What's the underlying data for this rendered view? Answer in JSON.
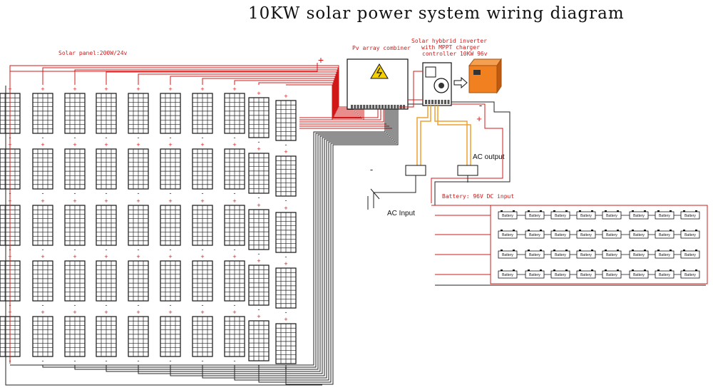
{
  "title": "10KW solar power system wiring diagram",
  "labels": {
    "solar_panel": "Solar panel:200W/24v",
    "combiner": "Pv array combiner",
    "inverter_line1": "Solar hybbrid inverter",
    "inverter_line2": "with MPPT charger",
    "inverter_line3": "controller 10KW 96v",
    "ac_output": "AC output",
    "ac_input": "AC Input",
    "battery": "Battery: 96V DC input",
    "battery_cell": "Battery",
    "plus": "+",
    "minus": "-"
  },
  "colors": {
    "positive_wire": "#d01818",
    "negative_wire": "#222222",
    "ac_wire": "#f0a030",
    "inverter_orange": "#f08020"
  },
  "icons": {
    "combiner": "high-voltage-warning-icon",
    "inverter": "inverter-fan-icon",
    "arrow": "arrow-right-icon"
  }
}
